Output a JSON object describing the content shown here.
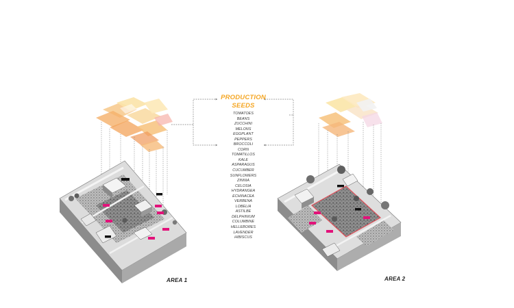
{
  "legend": {
    "title_line1": "PRODUCTION",
    "title_line2": "SEEDS",
    "items": [
      "TOMATOES",
      "BEANS",
      "ZUCCHINI",
      "MELONS",
      "EGGPLANT",
      "PEPPERS",
      "BROCCOLI",
      "CORN",
      "TOMATILLOS",
      "KALE",
      "ASPARAGUS",
      "CUCUMBER",
      "SUNFLOWERS",
      "ZINNIA",
      "CELOSIA",
      "HYDRANGEA",
      "ECHINACEA",
      "VERBENA",
      "LOBELIA",
      "ASTILBE",
      "DELPHINIUM",
      "COLUMBINE",
      "HELLEBORES",
      "LAVENDER",
      "HIBISCUS"
    ]
  },
  "areas": [
    {
      "label": "AREA 1"
    },
    {
      "label": "AREA 2"
    }
  ],
  "colors": {
    "accent": "#f5a623",
    "tag_pink": "#e2127a",
    "site_outline": "#e0505a",
    "block_side": "#8a8a8a",
    "block_top": "#d9d9d9"
  }
}
